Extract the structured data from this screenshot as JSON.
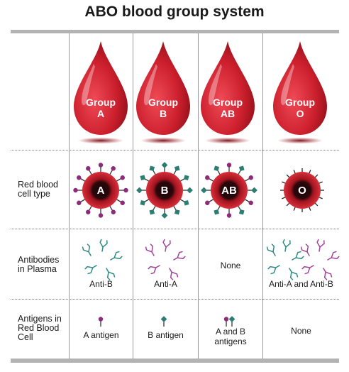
{
  "title": "ABO blood group system",
  "groups": [
    {
      "line1": "Group",
      "line2": "A",
      "cell_letter": "A",
      "antibody": "Anti-B",
      "antigen": "A antigen"
    },
    {
      "line1": "Group",
      "line2": "B",
      "cell_letter": "B",
      "antibody": "Anti-A",
      "antigen": "B antigen"
    },
    {
      "line1": "Group",
      "line2": "AB",
      "cell_letter": "AB",
      "antibody": "None",
      "antigen_line1": "A and B",
      "antigen_line2": "antigens"
    },
    {
      "line1": "Group",
      "line2": "O",
      "cell_letter": "O",
      "antibody": "Anti-A and Anti-B",
      "antigen": "None"
    }
  ],
  "rows": {
    "cell_type": {
      "line1": "Red blood",
      "line2": "cell type"
    },
    "antibodies": {
      "line1": "Antibodies",
      "line2": "in Plasma"
    },
    "antigens": {
      "line1": "Antigens in",
      "line2": "Red Blood",
      "line3": "Cell"
    }
  },
  "colors": {
    "blood": "#cc1f2d",
    "antigen_a": "#8e2a7a",
    "antigen_b": "#2e7d72",
    "antibody_a": "#a0449a",
    "antibody_b": "#2f8a84",
    "divider": "#b3b3b3"
  },
  "icons": [
    "blood-drop-icon",
    "red-blood-cell-icon",
    "antibody-icon",
    "antigen-icon"
  ]
}
